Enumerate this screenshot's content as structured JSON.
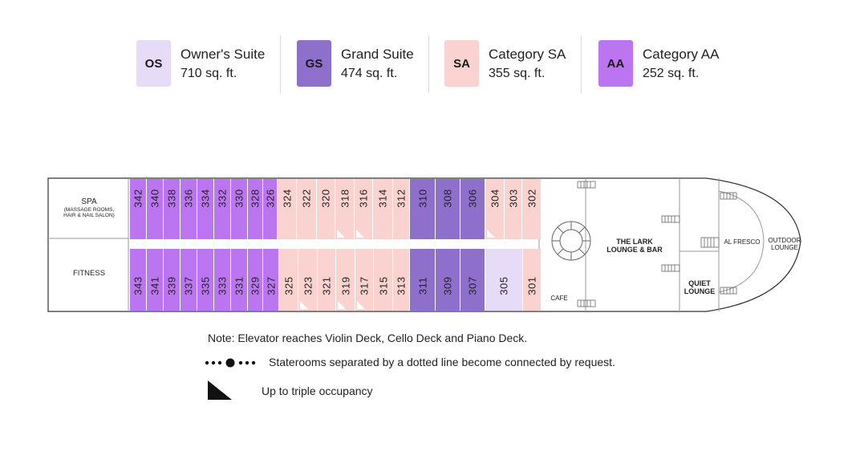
{
  "legend": [
    {
      "code": "OS",
      "name": "Owner's Suite",
      "size": "710 sq. ft.",
      "color": "#e6dcf8"
    },
    {
      "code": "GS",
      "name": "Grand Suite",
      "size": "474 sq. ft.",
      "color": "#8e6fcc"
    },
    {
      "code": "SA",
      "name": "Category SA",
      "size": "355 sq. ft.",
      "color": "#fad3d1"
    },
    {
      "code": "AA",
      "name": "Category AA",
      "size": "252 sq. ft.",
      "color": "#bc75f0"
    }
  ],
  "deck": {
    "spa": "SPA",
    "spa_sub": "(MASSAGE ROOMS,",
    "spa_sub2": "HAIR & NAIL SALON)",
    "fitness": "FITNESS",
    "cafe": "CAFE",
    "lark_line1": "THE LARK",
    "lark_line2": "LOUNGE & BAR",
    "quiet_line1": "QUIET",
    "quiet_line2": "LOUNGE",
    "al_fresco": "AL FRESCO",
    "outdoor_line1": "OUTDOOR",
    "outdoor_line2": "LOUNGE",
    "top_rooms": [
      {
        "n": "342",
        "cat": "AA",
        "tri": false
      },
      {
        "n": "340",
        "cat": "AA",
        "tri": false
      },
      {
        "n": "338",
        "cat": "AA",
        "tri": false
      },
      {
        "n": "336",
        "cat": "AA",
        "tri": false
      },
      {
        "n": "334",
        "cat": "AA",
        "tri": false
      },
      {
        "n": "332",
        "cat": "AA",
        "tri": false
      },
      {
        "n": "330",
        "cat": "AA",
        "tri": false
      },
      {
        "n": "328",
        "cat": "AA",
        "tri": false
      },
      {
        "n": "326",
        "cat": "AA",
        "tri": false
      },
      {
        "n": "324",
        "cat": "SA",
        "tri": false
      },
      {
        "n": "322",
        "cat": "SA",
        "tri": false
      },
      {
        "n": "320",
        "cat": "SA",
        "tri": false
      },
      {
        "n": "318",
        "cat": "SA",
        "tri": true
      },
      {
        "n": "316",
        "cat": "SA",
        "tri": true
      },
      {
        "n": "314",
        "cat": "SA",
        "tri": false
      },
      {
        "n": "312",
        "cat": "SA",
        "tri": false
      },
      {
        "n": "310",
        "cat": "GS",
        "tri": false
      },
      {
        "n": "308",
        "cat": "GS",
        "tri": false
      },
      {
        "n": "306",
        "cat": "GS",
        "tri": false
      },
      {
        "n": "304",
        "cat": "SA",
        "tri": true
      },
      {
        "n": "303",
        "cat": "SA",
        "tri": false
      },
      {
        "n": "302",
        "cat": "SA",
        "tri": false
      }
    ],
    "bottom_rooms": [
      {
        "n": "343",
        "cat": "AA",
        "tri": false
      },
      {
        "n": "341",
        "cat": "AA",
        "tri": false
      },
      {
        "n": "339",
        "cat": "AA",
        "tri": false
      },
      {
        "n": "337",
        "cat": "AA",
        "tri": false
      },
      {
        "n": "335",
        "cat": "AA",
        "tri": false
      },
      {
        "n": "333",
        "cat": "AA",
        "tri": false
      },
      {
        "n": "331",
        "cat": "AA",
        "tri": false
      },
      {
        "n": "329",
        "cat": "AA",
        "tri": false
      },
      {
        "n": "327",
        "cat": "AA",
        "tri": false
      },
      {
        "n": "325",
        "cat": "SA",
        "tri": false
      },
      {
        "n": "323",
        "cat": "SA",
        "tri": true
      },
      {
        "n": "321",
        "cat": "SA",
        "tri": false
      },
      {
        "n": "319",
        "cat": "SA",
        "tri": true
      },
      {
        "n": "317",
        "cat": "SA",
        "tri": true
      },
      {
        "n": "315",
        "cat": "SA",
        "tri": false
      },
      {
        "n": "313",
        "cat": "SA",
        "tri": false
      },
      {
        "n": "311",
        "cat": "GS",
        "tri": false
      },
      {
        "n": "309",
        "cat": "GS",
        "tri": false
      },
      {
        "n": "307",
        "cat": "GS",
        "tri": false
      },
      {
        "n": "305",
        "cat": "OS",
        "tri": false
      },
      {
        "n": "301",
        "cat": "SA",
        "tri": false
      }
    ]
  },
  "notes": {
    "elevator": "Note: Elevator reaches Violin Deck, Cello Deck and Piano Deck.",
    "dotted": "Staterooms separated by a dotted line become connected by request.",
    "triple": "Up to triple occupancy"
  }
}
